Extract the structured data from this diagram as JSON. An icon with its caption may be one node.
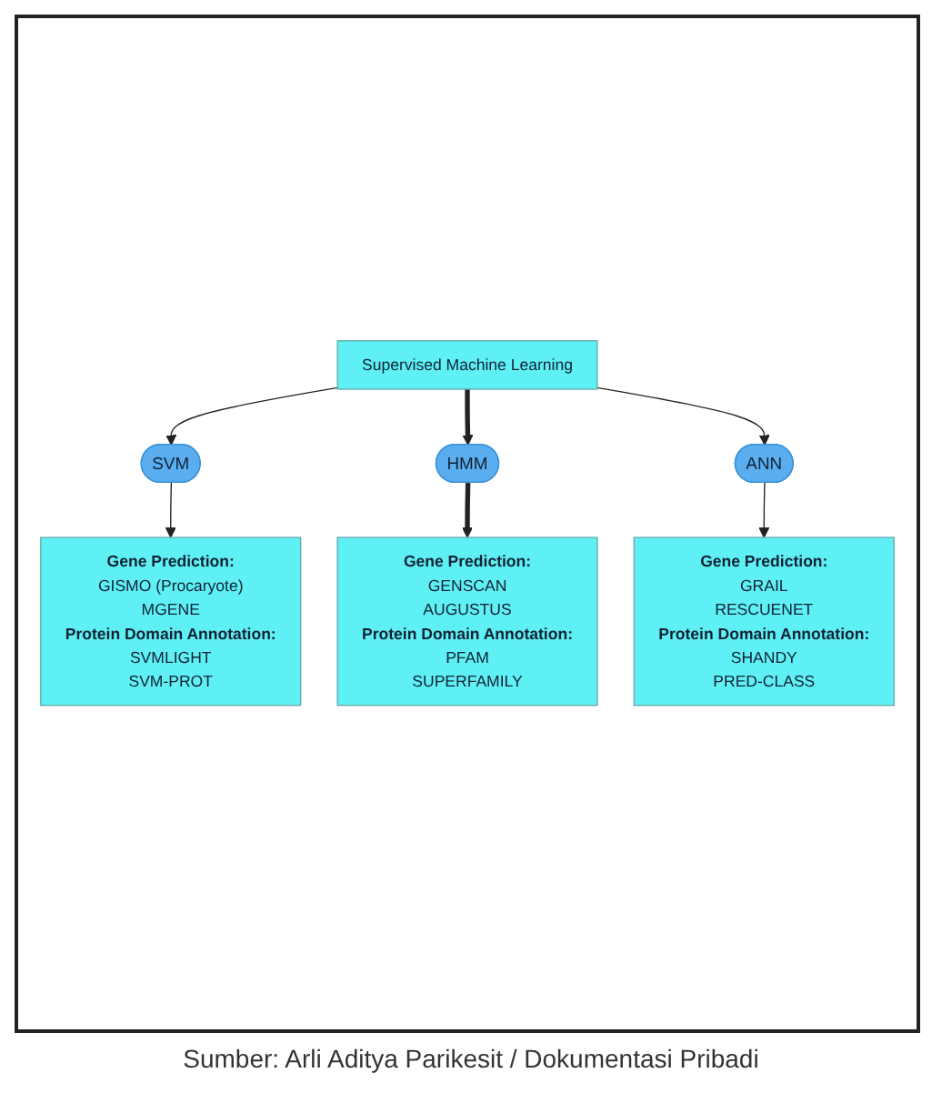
{
  "diagram": {
    "caption": "Sumber: Arli Aditya Parikesit / Dokumentasi Pribadi",
    "nodes": [
      {
        "text": [
          "Supervised Machine Learning"
        ]
      },
      {
        "text": [
          "SVM"
        ]
      },
      {
        "text": [
          "HMM"
        ]
      },
      {
        "text": [
          "ANN"
        ]
      },
      {
        "text": [
          "Gene Prediction:",
          "GISMO (Procaryote)",
          "MGENE",
          "Protein Domain Annotation:",
          "SVMLIGHT",
          "SVM-PROT"
        ]
      },
      {
        "text": [
          "Gene Prediction:",
          "GENSCAN",
          "AUGUSTUS",
          "Protein Domain Annotation:",
          "PFAM",
          "SUPERFAMILY"
        ]
      },
      {
        "text": [
          "Gene Prediction:",
          "GRAIL",
          "RESCUENET",
          "Protein Domain Annotation:",
          "SHANDY",
          "PRED-CLASS"
        ]
      }
    ],
    "edges": [
      {
        "from": 0,
        "to": 1,
        "arrow": "to"
      },
      {
        "from": 0,
        "to": 2,
        "arrow": "to",
        "style": "thick"
      },
      {
        "from": 0,
        "to": 3,
        "arrow": "to"
      },
      {
        "from": 1,
        "to": 4,
        "arrow": "to"
      },
      {
        "from": 2,
        "to": 5,
        "arrow": "to",
        "style": "thick"
      },
      {
        "from": 3,
        "to": 6,
        "arrow": "to"
      }
    ]
  }
}
